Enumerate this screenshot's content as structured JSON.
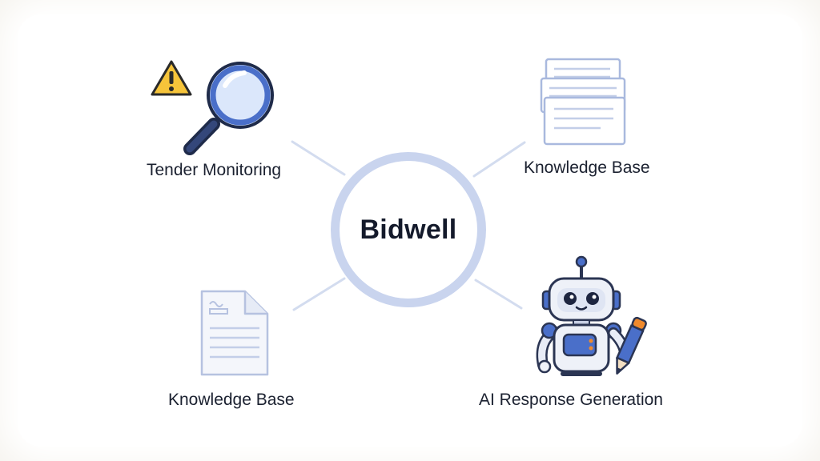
{
  "hub": {
    "title": "Bidwell"
  },
  "nodes": {
    "top_left": {
      "label": "Tender Monitoring",
      "icons": [
        "warning-icon",
        "magnifier-icon"
      ]
    },
    "top_right": {
      "label": "Knowledge Base",
      "icons": [
        "document-stack-icon"
      ]
    },
    "bottom_left": {
      "label": "Knowledge Base",
      "icons": [
        "document-icon"
      ]
    },
    "bottom_right": {
      "label": "AI Response Generation",
      "icons": [
        "robot-icon",
        "pencil-icon"
      ]
    }
  },
  "colors": {
    "hub_ring": "#c9d4ee",
    "connector": "#d3dcef",
    "accent_blue": "#4a6fc9",
    "warning_yellow": "#f6c43a",
    "pencil_orange": "#f08a2c"
  }
}
